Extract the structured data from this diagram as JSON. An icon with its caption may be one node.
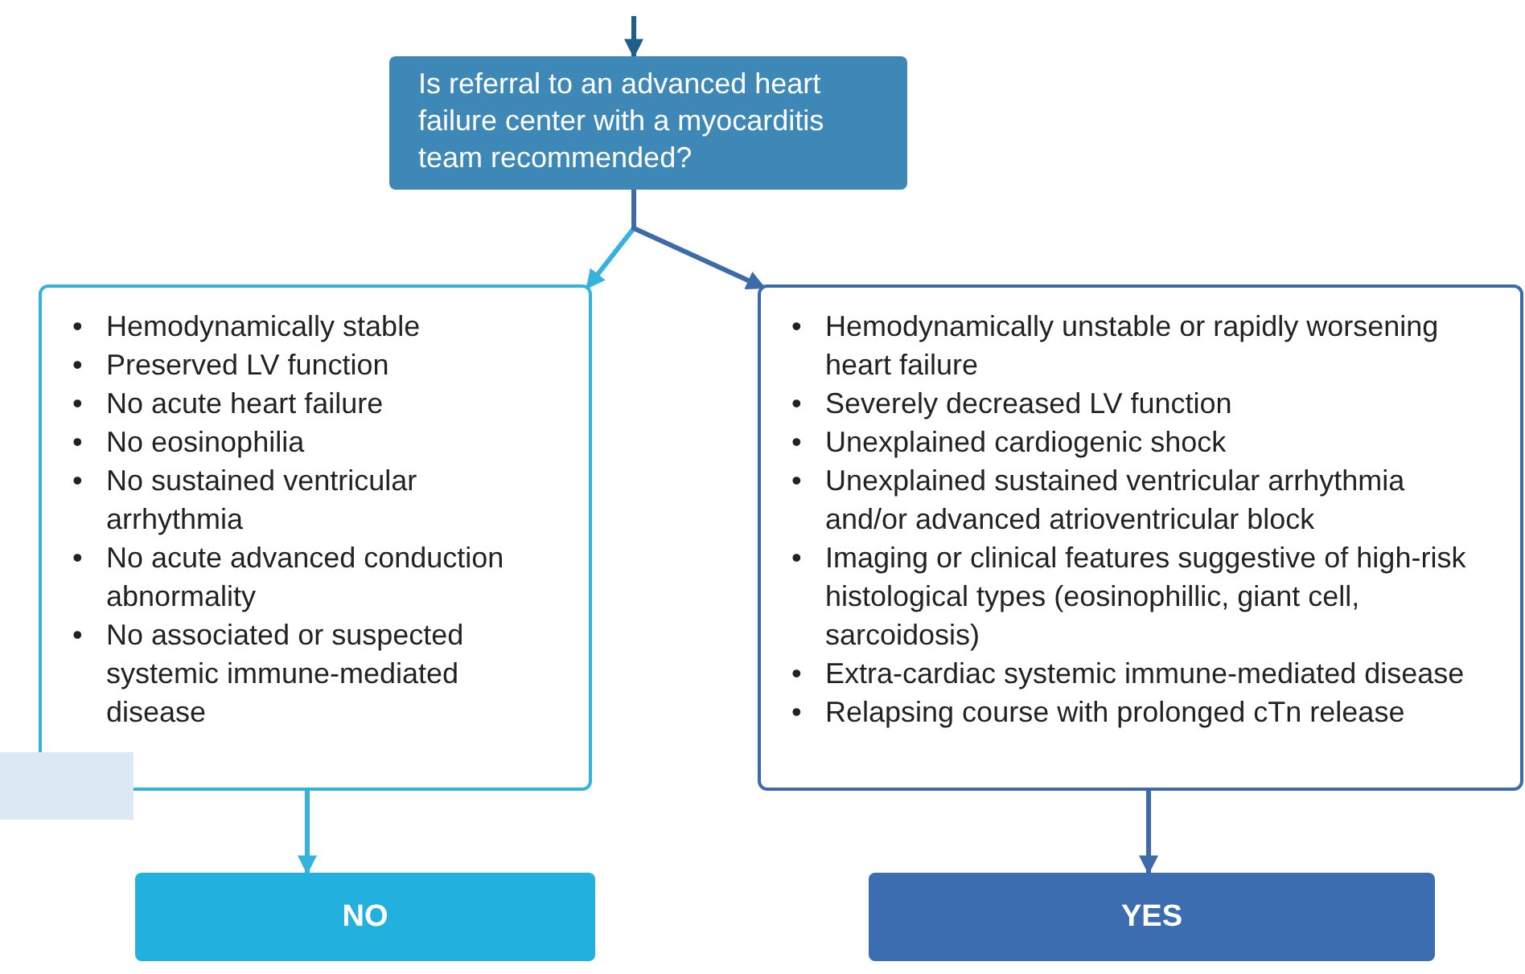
{
  "diagram": {
    "nodes": [
      {
        "text": [
          "Is referral to an advanced heart failure center with a myocarditis team recommended?"
        ]
      },
      {
        "text": [
          "• Hemodynamically stable",
          "• Preserved LV function",
          "• No acute heart failure",
          "• No eosinophilia",
          "• No sustained ventricular arrhythmia",
          "• No acute advanced conduction abnormality",
          "• No associated or suspected systemic immune-mediated disease"
        ]
      },
      {
        "text": [
          "• Hemodynamically unstable or rapidly worsening heart failure",
          "• Severely decreased LV function",
          "• Unexplained cardiogenic shock",
          "• Unexplained sustained ventricular arrhythmia and/or advanced atrioventricular block",
          "• Imaging or clinical features suggestive of high-risk histological types (eosinophillic, giant cell, sarcoidosis)",
          "• Extra-cardiac systemic immune-mediated disease",
          "• Relapsing course with prolonged cTn release"
        ]
      },
      {
        "text": [
          "NO"
        ]
      },
      {
        "text": [
          "YES"
        ]
      }
    ],
    "edges": [
      {
        "from": null,
        "to": 0,
        "arrow": "to",
        "color": "#1f5f8b"
      },
      {
        "from": 0,
        "to": 1,
        "arrow": "to",
        "color": "#35b3dc"
      },
      {
        "from": 0,
        "to": 2,
        "arrow": "to",
        "color": "#3d6aa8"
      },
      {
        "from": 1,
        "to": 3,
        "arrow": "to",
        "color": "#35b3dc"
      },
      {
        "from": 2,
        "to": 4,
        "arrow": "to",
        "color": "#3d6aa8"
      }
    ]
  }
}
